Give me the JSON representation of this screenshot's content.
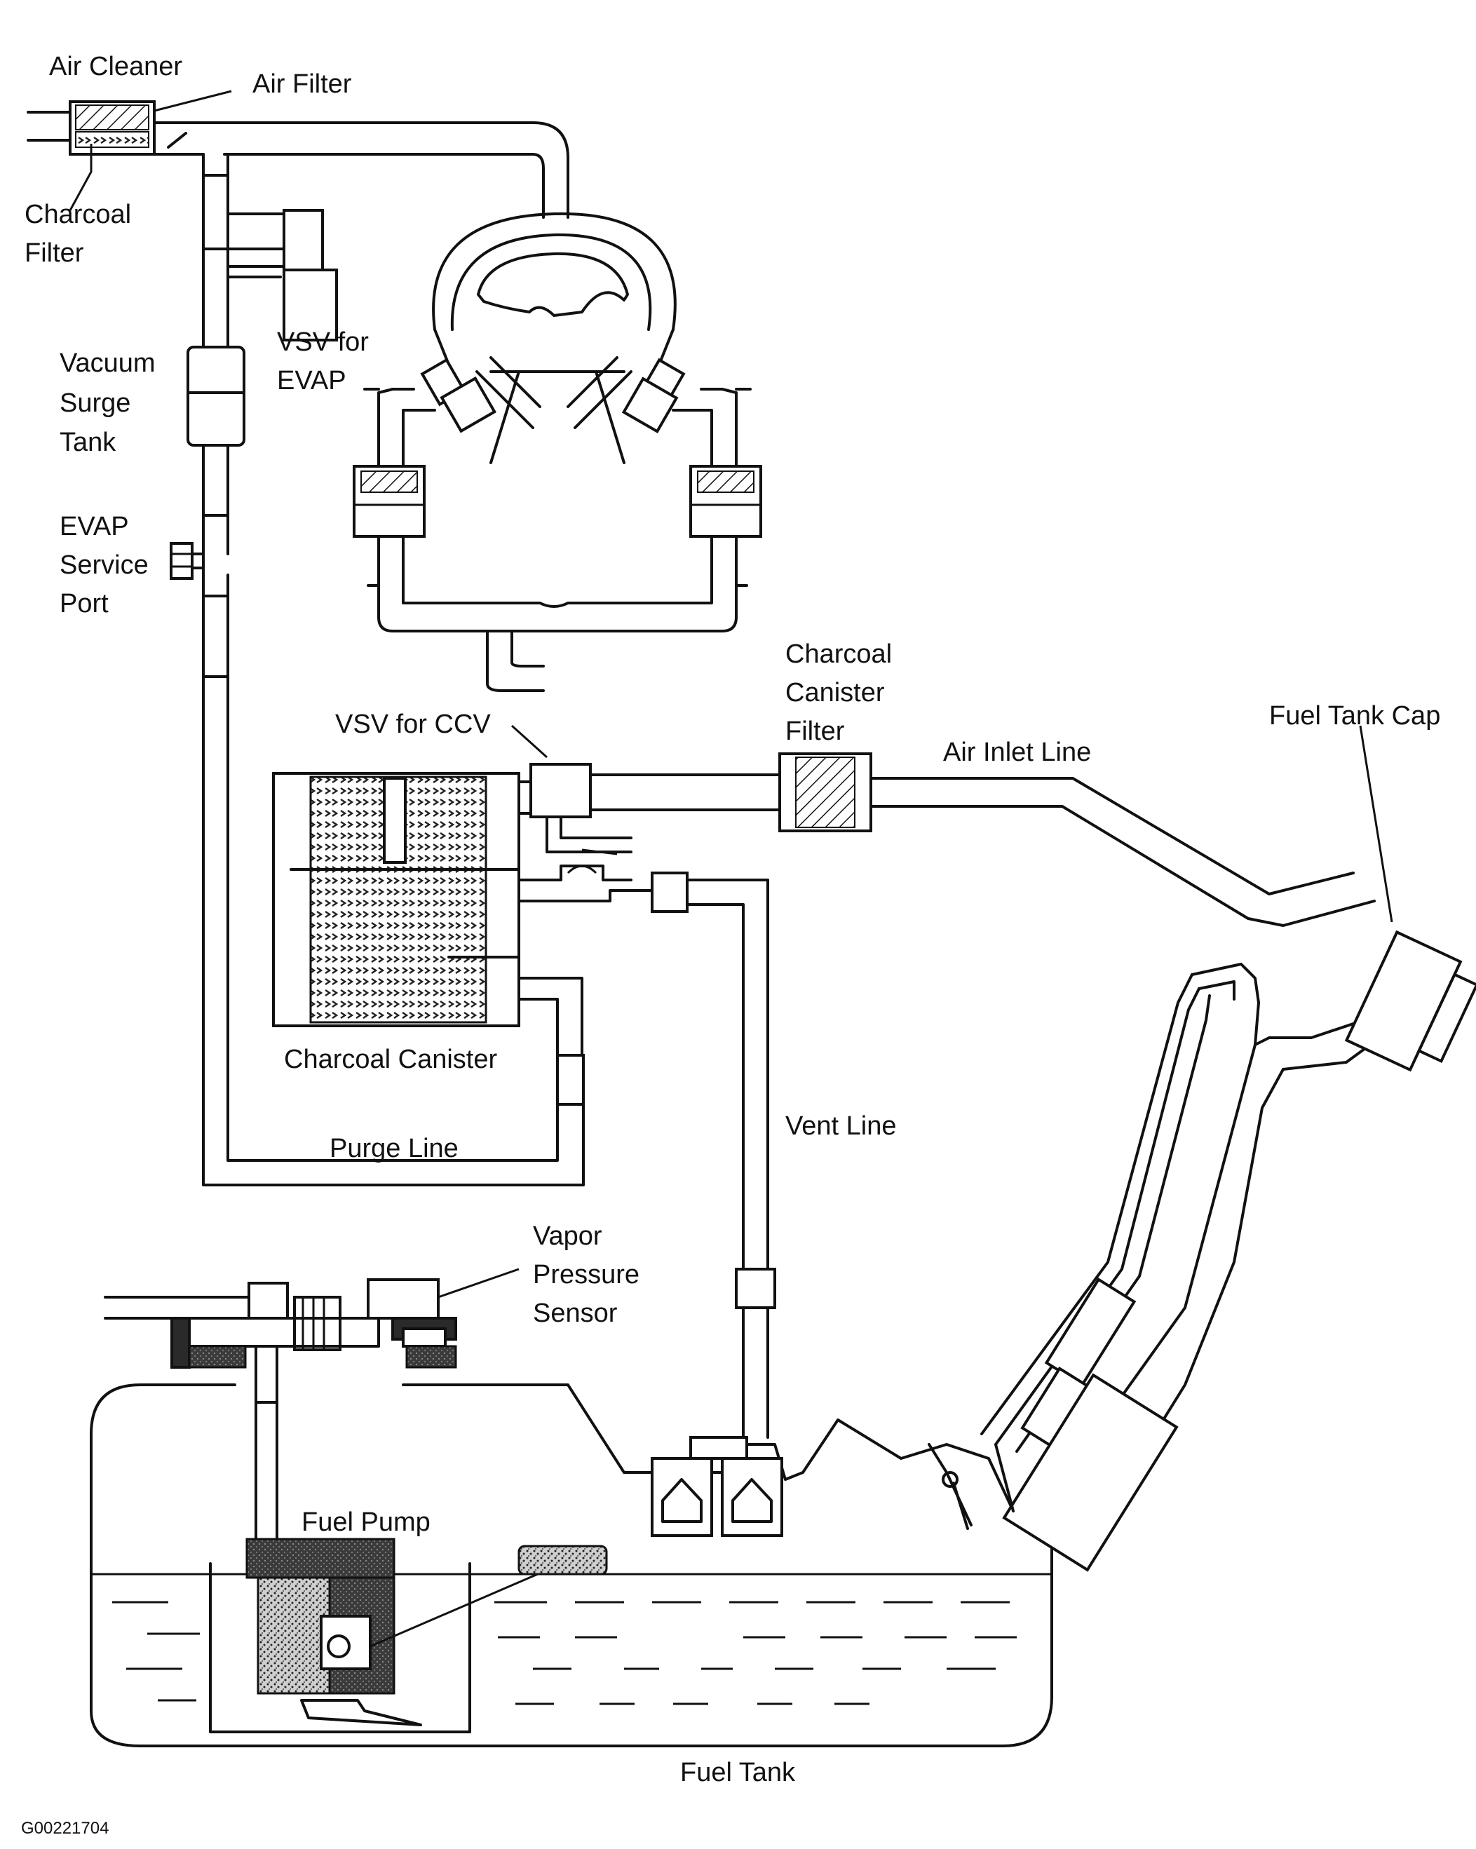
{
  "diagram": {
    "labels": {
      "air_cleaner": "Air Cleaner",
      "air_filter": "Air Filter",
      "charcoal_filter_1": "Charcoal",
      "charcoal_filter_2": "Filter",
      "vsv_evap_1": "VSV for",
      "vsv_evap_2": "EVAP",
      "vacuum_surge_1": "Vacuum",
      "vacuum_surge_2": "Surge",
      "vacuum_surge_3": "Tank",
      "evap_port_1": "EVAP",
      "evap_port_2": "Service",
      "evap_port_3": "Port",
      "canister_filter_1": "Charcoal",
      "canister_filter_2": "Canister",
      "canister_filter_3": "Filter",
      "vsv_ccv": "VSV for CCV",
      "air_inlet_line": "Air Inlet Line",
      "fuel_tank_cap": "Fuel Tank Cap",
      "charcoal_canister": "Charcoal Canister",
      "vent_line": "Vent Line",
      "purge_line": "Purge Line",
      "vapor_sensor_1": "Vapor",
      "vapor_sensor_2": "Pressure",
      "vapor_sensor_3": "Sensor",
      "fuel_pump": "Fuel Pump",
      "fuel_tank": "Fuel Tank",
      "figure_code": "G00221704"
    }
  }
}
